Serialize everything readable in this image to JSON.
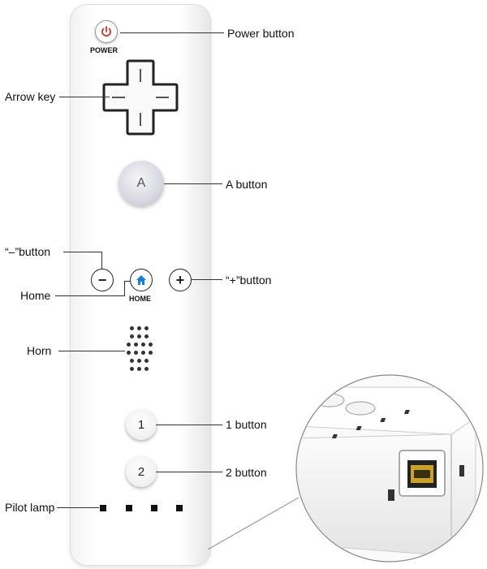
{
  "labels": {
    "power": "Power button",
    "arrow": "Arrow key",
    "a": "A button",
    "minus": "“–”button",
    "plus": "“+”button",
    "home": "Home",
    "horn": "Horn",
    "one": "1 button",
    "two": "2 button",
    "lamp": "Pilot lamp"
  },
  "remote": {
    "power_text": "POWER",
    "home_text": "HOME",
    "a_glyph": "A",
    "one_glyph": "1",
    "two_glyph": "2",
    "minus_glyph": "−",
    "plus_glyph": "+"
  },
  "colors": {
    "power_icon": "#c0392b",
    "home_icon": "#1a7fd6",
    "connector": "#c9a227"
  }
}
